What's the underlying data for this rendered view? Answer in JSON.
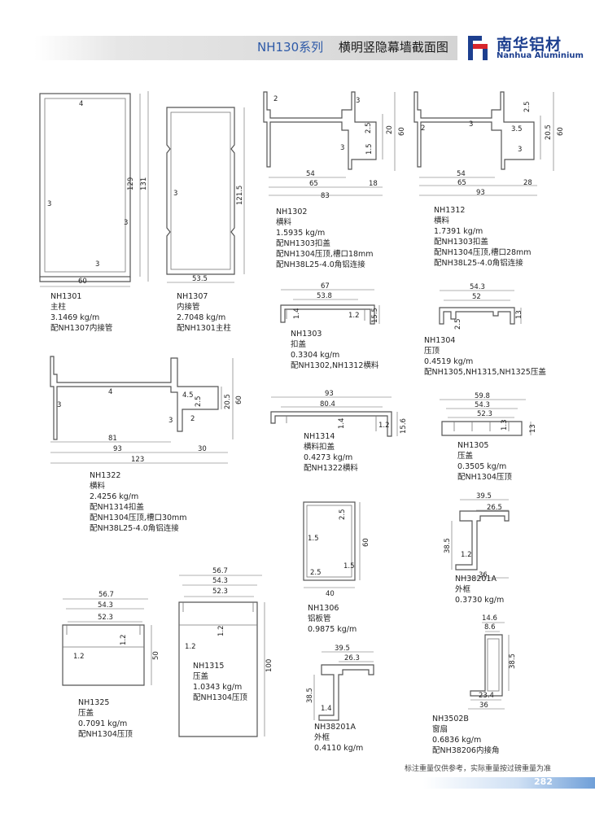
{
  "header": {
    "series": "NH130系列",
    "title": "横明竖隐幕墙截面图"
  },
  "logo": {
    "cn": "南华铝材",
    "en": "Nanhua Aluminium"
  },
  "profiles": {
    "nh1301": {
      "code": "NH1301",
      "name": "主柱",
      "weight": "3.1469 kg/m",
      "note": "配NH1307内接管",
      "dims": [
        "4",
        "3",
        "3",
        "3",
        "60",
        "129",
        "131"
      ]
    },
    "nh1307": {
      "code": "NH1307",
      "name": "内接管",
      "weight": "2.7048 kg/m",
      "note": "配NH1301主柱",
      "dims": [
        "3",
        "53.5",
        "121.5"
      ]
    },
    "nh1302": {
      "code": "NH1302",
      "name": "横料",
      "weight": "1.5935 kg/m",
      "note1": "配NH1303扣盖",
      "note2": "配NH1304压顶,槽口18mm",
      "note3": "配NH38L25-4.0角铝连接",
      "dims": [
        "2",
        "2.5",
        "3",
        "1.5",
        "3",
        "20",
        "60",
        "54",
        "65",
        "18",
        "83"
      ]
    },
    "nh1312": {
      "code": "NH1312",
      "name": "横料",
      "weight": "1.7391 kg/m",
      "note1": "配NH1303扣盖",
      "note2": "配NH1304压顶,槽口28mm",
      "note3": "配NH38L25-4.0角铝连接",
      "dims": [
        "2",
        "2.5",
        "3",
        "3.5",
        "3",
        "20.5",
        "60",
        "54",
        "65",
        "28",
        "93"
      ]
    },
    "nh1303": {
      "code": "NH1303",
      "name": "扣盖",
      "weight": "0.3304 kg/m",
      "note": "配NH1302,NH1312横料",
      "dims": [
        "67",
        "53.8",
        "1.4",
        "1.2",
        "15.5"
      ]
    },
    "nh1304": {
      "code": "NH1304",
      "name": "压顶",
      "weight": "0.4519 kg/m",
      "note": "配NH1305,NH1315,NH1325压盖",
      "dims": [
        "54.3",
        "52",
        "2.5",
        "13"
      ]
    },
    "nh1322": {
      "code": "NH1322",
      "name": "横料",
      "weight": "2.4256 kg/m",
      "note1": "配NH1314扣盖",
      "note2": "配NH1304压顶,槽口30mm",
      "note3": "配NH38L25-4.0角铝连接",
      "dims": [
        "3",
        "4",
        "4.5",
        "2.5",
        "20.5",
        "60",
        "3",
        "2",
        "81",
        "93",
        "30",
        "123"
      ]
    },
    "nh1314": {
      "code": "NH1314",
      "name": "横料扣盖",
      "weight": "0.4273 kg/m",
      "note": "配NH1322横料",
      "dims": [
        "93",
        "80.4",
        "1.4",
        "1.2",
        "15.6"
      ]
    },
    "nh1305": {
      "code": "NH1305",
      "name": "压盖",
      "weight": "0.3505 kg/m",
      "note": "配NH1304压顶",
      "dims": [
        "59.8",
        "54.3",
        "52.3",
        "1.3",
        "13"
      ]
    },
    "nh1306": {
      "code": "NH1306",
      "name": "铝板管",
      "weight": "0.9875 kg/m",
      "dims": [
        "2.5",
        "1.5",
        "60",
        "1.5",
        "2.5",
        "40"
      ]
    },
    "nh38201a_top": {
      "code": "NH38201A",
      "name": "外框",
      "weight": "0.3730 kg/m",
      "dims": [
        "39.5",
        "26.5",
        "38.5",
        "1.2",
        "36"
      ]
    },
    "nh1325": {
      "code": "NH1325",
      "name": "压盖",
      "weight": "0.7091 kg/m",
      "note": "配NH1304压顶",
      "dims": [
        "56.7",
        "54.3",
        "52.3",
        "1.2",
        "1.2",
        "50"
      ]
    },
    "nh1315": {
      "code": "NH1315",
      "name": "压盖",
      "weight": "1.0343 kg/m",
      "note": "配NH1304压顶",
      "dims": [
        "56.7",
        "54.3",
        "52.3",
        "1.2",
        "1.2",
        "100"
      ]
    },
    "nh38201a_bottom": {
      "code": "NH38201A",
      "name": "外框",
      "weight": "0.4110 kg/m",
      "dims": [
        "39.5",
        "26.3",
        "38.5",
        "1.4"
      ]
    },
    "nh3502b": {
      "code": "NH3502B",
      "name": "窗扇",
      "weight": "0.6836 kg/m",
      "note": "配NH38206内接角",
      "dims": [
        "14.6",
        "8.6",
        "38.5",
        "23.4",
        "36"
      ]
    }
  },
  "footer": {
    "note": "标注重量仅供参考，实际重量按过磅重量为准",
    "page": "282"
  },
  "colors": {
    "brand_blue": "#1d3f8f",
    "series_blue": "#2e5aa8",
    "page_bar": "#6f9fd8"
  }
}
